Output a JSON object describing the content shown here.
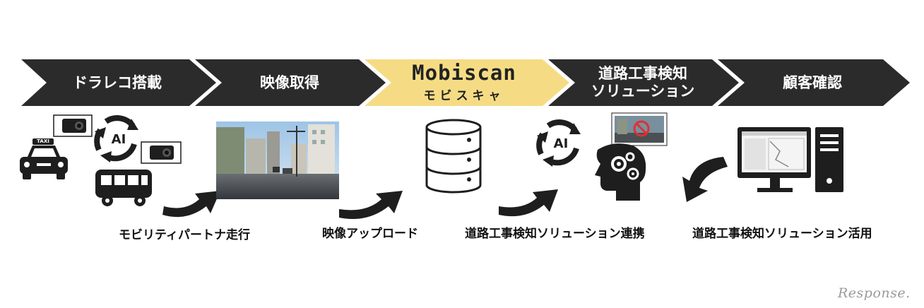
{
  "steps": [
    {
      "label": "ドラレコ搭載"
    },
    {
      "label": "映像取得"
    },
    {
      "label": "Mobiscan",
      "sublabel": "モビスキャ"
    },
    {
      "label": "道路工事検知\nソリューション"
    },
    {
      "label": "顧客確認"
    }
  ],
  "captions": {
    "drive": "モビリティパートナ走行",
    "upload": "映像アップロード",
    "integrate": "道路工事検知ソリューション連携",
    "use": "道路工事検知ソリューション活用"
  },
  "icons": {
    "taxi_sign": "TAXI",
    "ai_cycle_1": "AI",
    "ai_cycle_2": "AI"
  },
  "watermark": "Response.",
  "colors": {
    "chevron_dark": "#2b2b2b",
    "chevron_active": "#f5dc84",
    "icon_dark": "#1e1e1e"
  }
}
